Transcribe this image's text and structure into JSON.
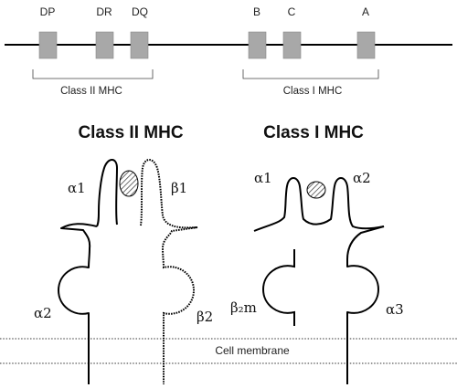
{
  "genes": {
    "dp": "DP",
    "dr": "DR",
    "dq": "DQ",
    "b": "B",
    "c": "C",
    "a": "A"
  },
  "regions": {
    "class_ii": "Class II MHC",
    "class_i": "Class I MHC"
  },
  "headings": {
    "class_ii": "Class II MHC",
    "class_i": "Class I MHC"
  },
  "domains": {
    "class_ii_alpha1": "α1",
    "class_ii_beta1": "β1",
    "class_ii_alpha2": "α2",
    "class_ii_beta2": "β2",
    "class_i_alpha1": "α1",
    "class_i_alpha2": "α2",
    "class_i_b2m": "β₂m",
    "class_i_alpha3": "α3"
  },
  "membrane_label": "Cell membrane",
  "colors": {
    "gene_box": "#a8a8a8",
    "line": "#000000"
  }
}
